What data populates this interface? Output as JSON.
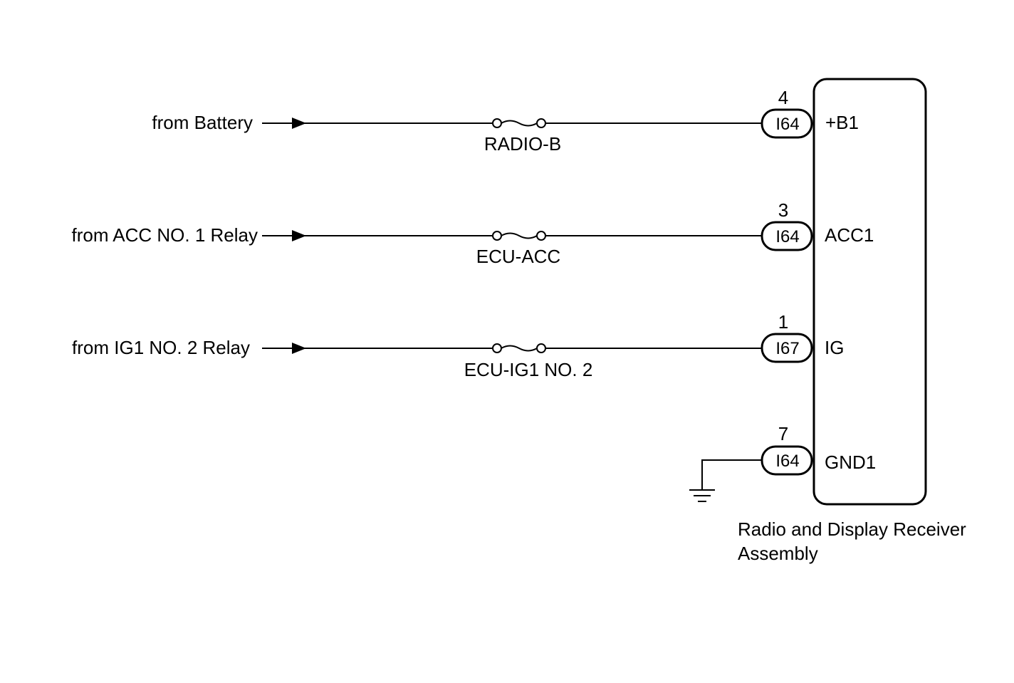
{
  "circuits": [
    {
      "source": "from Battery",
      "fuse": "RADIO-B",
      "pin": "4",
      "connector": "I64",
      "terminal": "+B1"
    },
    {
      "source": "from ACC NO. 1 Relay",
      "fuse": "ECU-ACC",
      "pin": "3",
      "connector": "I64",
      "terminal": "ACC1"
    },
    {
      "source": "from IG1 NO. 2 Relay",
      "fuse": "ECU-IG1 NO. 2",
      "pin": "1",
      "connector": "I67",
      "terminal": "IG"
    }
  ],
  "ground": {
    "pin": "7",
    "connector": "I64",
    "terminal": "GND1"
  },
  "component": {
    "name_line1": "Radio and Display Receiver",
    "name_line2": "Assembly"
  }
}
